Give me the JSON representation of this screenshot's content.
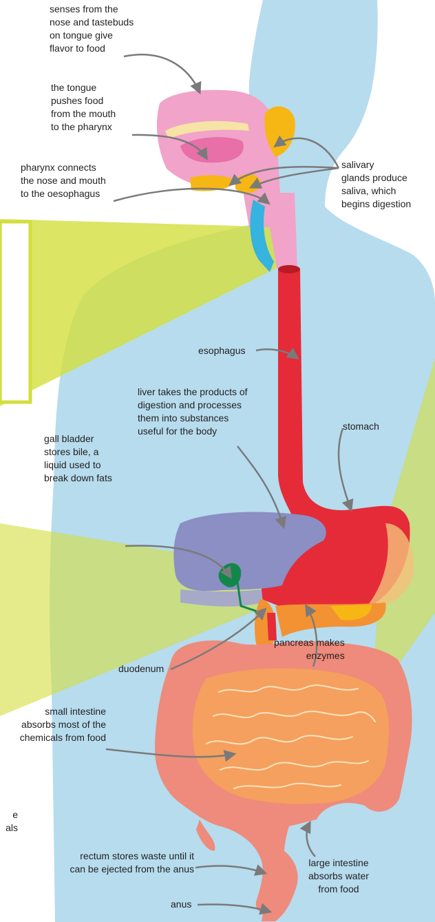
{
  "colors": {
    "body": "#b6dcee",
    "label_text": "#231f20",
    "arrow": "#7a7a7a",
    "oesophagus": "#e52b38",
    "stomach": "#e52b38",
    "liver": "#8b8fc4",
    "gall_bladder": "#12874a",
    "pancreas": "#f39233",
    "salivary_glands": "#f6b714",
    "small_intestine": "#f5a05e",
    "large_intestine": "#ee8b7c",
    "mouth_tissue": "#f1a3c9",
    "callout_highlight": "#d3de3d"
  },
  "labels": {
    "senses": [
      "senses from the",
      "nose and tastebuds",
      "on tongue give",
      "flavor to food"
    ],
    "tongue": [
      "the tongue",
      "pushes food",
      "from the mouth",
      "to the pharynx"
    ],
    "pharynx": [
      "pharynx connects",
      "the nose and mouth",
      "to the oesophagus"
    ],
    "salivary": [
      "salivary",
      "glands produce",
      "saliva, which",
      "begins digestion"
    ],
    "esophagus": [
      "esophagus"
    ],
    "liver": [
      "liver takes the products of",
      "digestion and processes",
      "them into substances",
      "useful for the body"
    ],
    "stomach": [
      "stomach"
    ],
    "gall_bladder": [
      "gall bladder",
      "stores bile, a",
      "liquid used to",
      "break down fats"
    ],
    "pancreas": [
      "pancreas makes",
      "enzymes"
    ],
    "duodenum": [
      "duodenum"
    ],
    "small_intestine": [
      "small intestine",
      "absorbs most of the",
      "chemicals from food"
    ],
    "cut_off": [
      "e",
      "als"
    ],
    "rectum": [
      "rectum stores waste until it",
      "can be ejected from the anus"
    ],
    "large_intestine": [
      "large intestine",
      "absorbs water",
      "from food"
    ],
    "anus": [
      "anus"
    ]
  }
}
